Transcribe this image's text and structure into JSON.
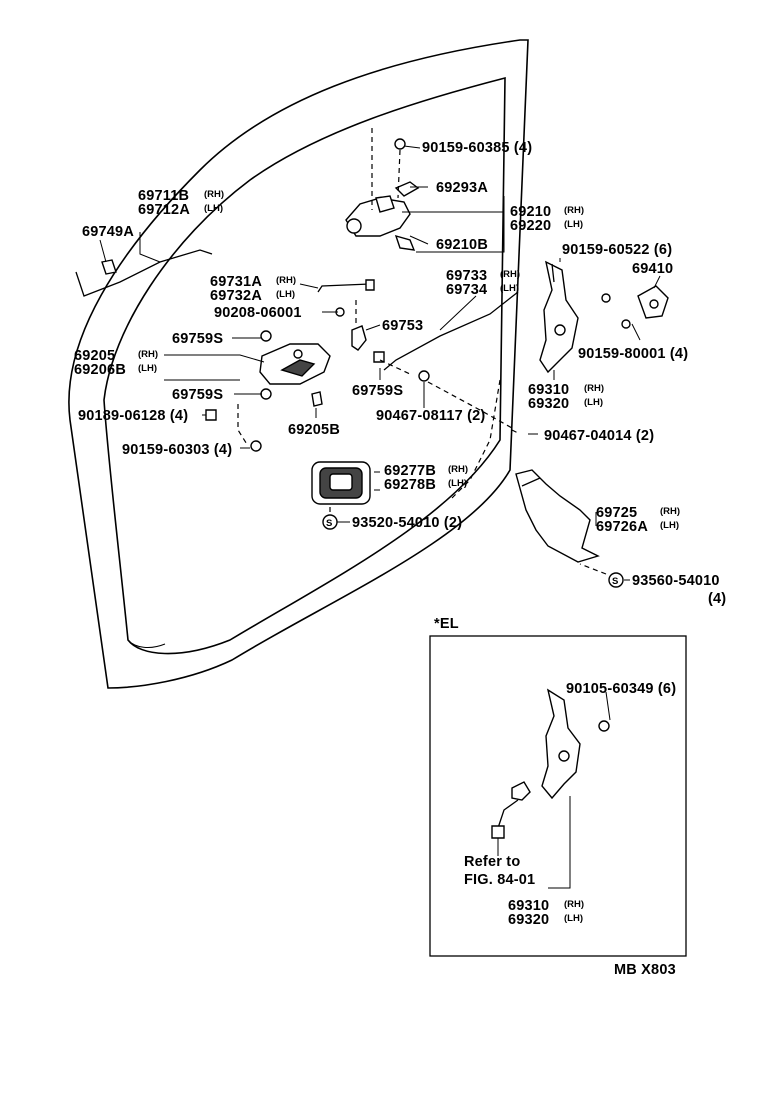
{
  "labels": {
    "p69711B": "69711B",
    "p69712A": "69712A",
    "p69749A": "69749A",
    "p90159_60385": "90159-60385 (4)",
    "p69293A": "69293A",
    "p69210": "69210",
    "p69220": "69220",
    "p69210B": "69210B",
    "p90159_60522": "90159-60522 (6)",
    "p69410": "69410",
    "p69731A": "69731A",
    "p69732A": "69732A",
    "p69733": "69733",
    "p69734": "69734",
    "p90208_06001": "90208-06001",
    "p69753": "69753",
    "p69759S_a": "69759S",
    "p69205": "69205",
    "p69206B": "69206B",
    "p69759S_b": "69759S",
    "p69759S_c": "69759S",
    "p90189_06128": "90189-06128 (4)",
    "p69205B": "69205B",
    "p90159_60303": "90159-60303 (4)",
    "p90467_08117": "90467-08117 (2)",
    "p90159_80001": "90159-80001 (4)",
    "p69310": "69310",
    "p69320": "69320",
    "p90467_04014": "90467-04014 (2)",
    "p69277B": "69277B",
    "p69278B": "69278B",
    "p93520_54010": "93520-54010 (2)",
    "p69725": "69725",
    "p69726A": "69726A",
    "p93560_54010": "93560-54010",
    "p93560_qty": "(4)",
    "inset_title": "*EL",
    "p90105_60349": "90105-60349 (6)",
    "refer_line1": "Refer to",
    "refer_line2": "FIG. 84-01",
    "p69310_el": "69310",
    "p69320_el": "69320",
    "drawing_code": "MB X803",
    "rh": "(RH)",
    "lh": "(LH)",
    "s_mark": "S"
  }
}
